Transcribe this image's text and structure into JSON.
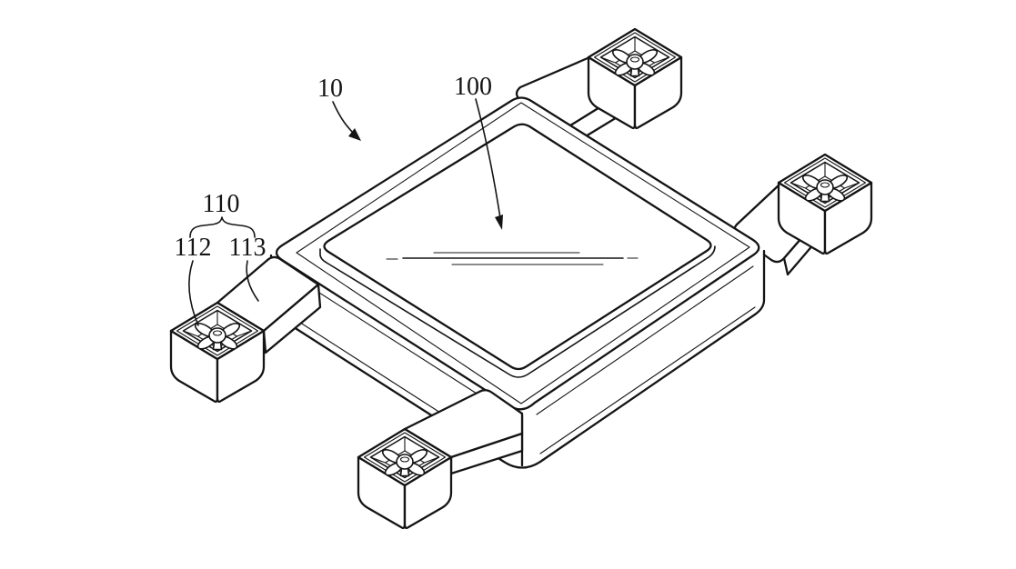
{
  "figure": {
    "description": "Patent-style isometric line drawing of a flying display apparatus (drone with display panel and four fan thruster units)",
    "background_color": "#ffffff",
    "ink_color": "#141414",
    "labels": {
      "ref10": "10",
      "ref100": "100",
      "ref110": "110",
      "ref112": "112",
      "ref113": "113"
    }
  }
}
